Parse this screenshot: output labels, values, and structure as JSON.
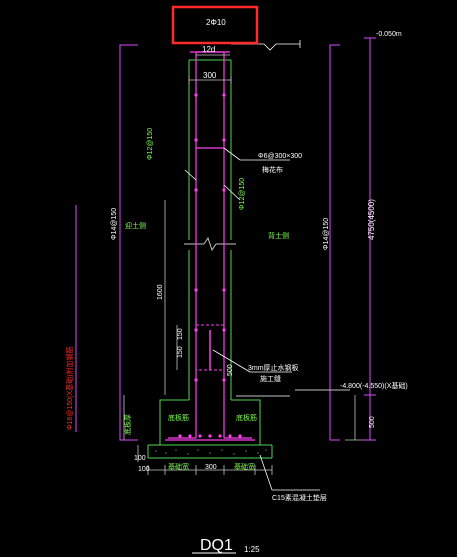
{
  "drawing": {
    "title": "DQ1",
    "scale": "1:25"
  },
  "labels": {
    "top_bars": "2Φ10",
    "lap_12d": "12d",
    "wall_width": "300",
    "vertical_bar_left": "Φ12@150",
    "tie_bar": "Φ6@300×300",
    "tie_note": "梅花布",
    "vertical_bar_right": "Φ12@150",
    "height_1600": "1600",
    "dim_150a": "150",
    "dim_150b": "150",
    "dim_500": "500",
    "waterstop_note": "3mm厚止水钢板",
    "waterstop_note2": "施工缝",
    "left_side_note": "迎土侧",
    "right_side_note": "背土侧",
    "outer_bar_note": "Φ14@150",
    "inner_bar_note": "Φ14@150",
    "elev_top": "-0.050m",
    "elev_bottom": "-4.800(-4.550)(X基础)",
    "height_4750": "4750(4500)",
    "dim_500b": "500",
    "red_note": "Φ16@150(X基础)附加钢筋",
    "base_100a": "100",
    "base_100b": "100",
    "base_dim_mid": "300",
    "base_dim_left": "基础宽",
    "base_dim_right": "基础宽",
    "cushion_note": "C15素混凝土垫层",
    "base_left_small": "底板筋",
    "base_right_small": "底板筋",
    "left_vert_note": "底板厚"
  },
  "colors": {
    "background": "#000000",
    "concrete_line": "#4fd64f",
    "rebar": "#ff3ff0",
    "dim_line": "#c4c4c4",
    "dim_text": "#ffffff",
    "leader_white": "#ffffff",
    "magenta_dim": "#d94cff",
    "red_text": "#ff2a2a",
    "highlight_box": "#ff2a2a",
    "green_text": "#7cff4f"
  }
}
